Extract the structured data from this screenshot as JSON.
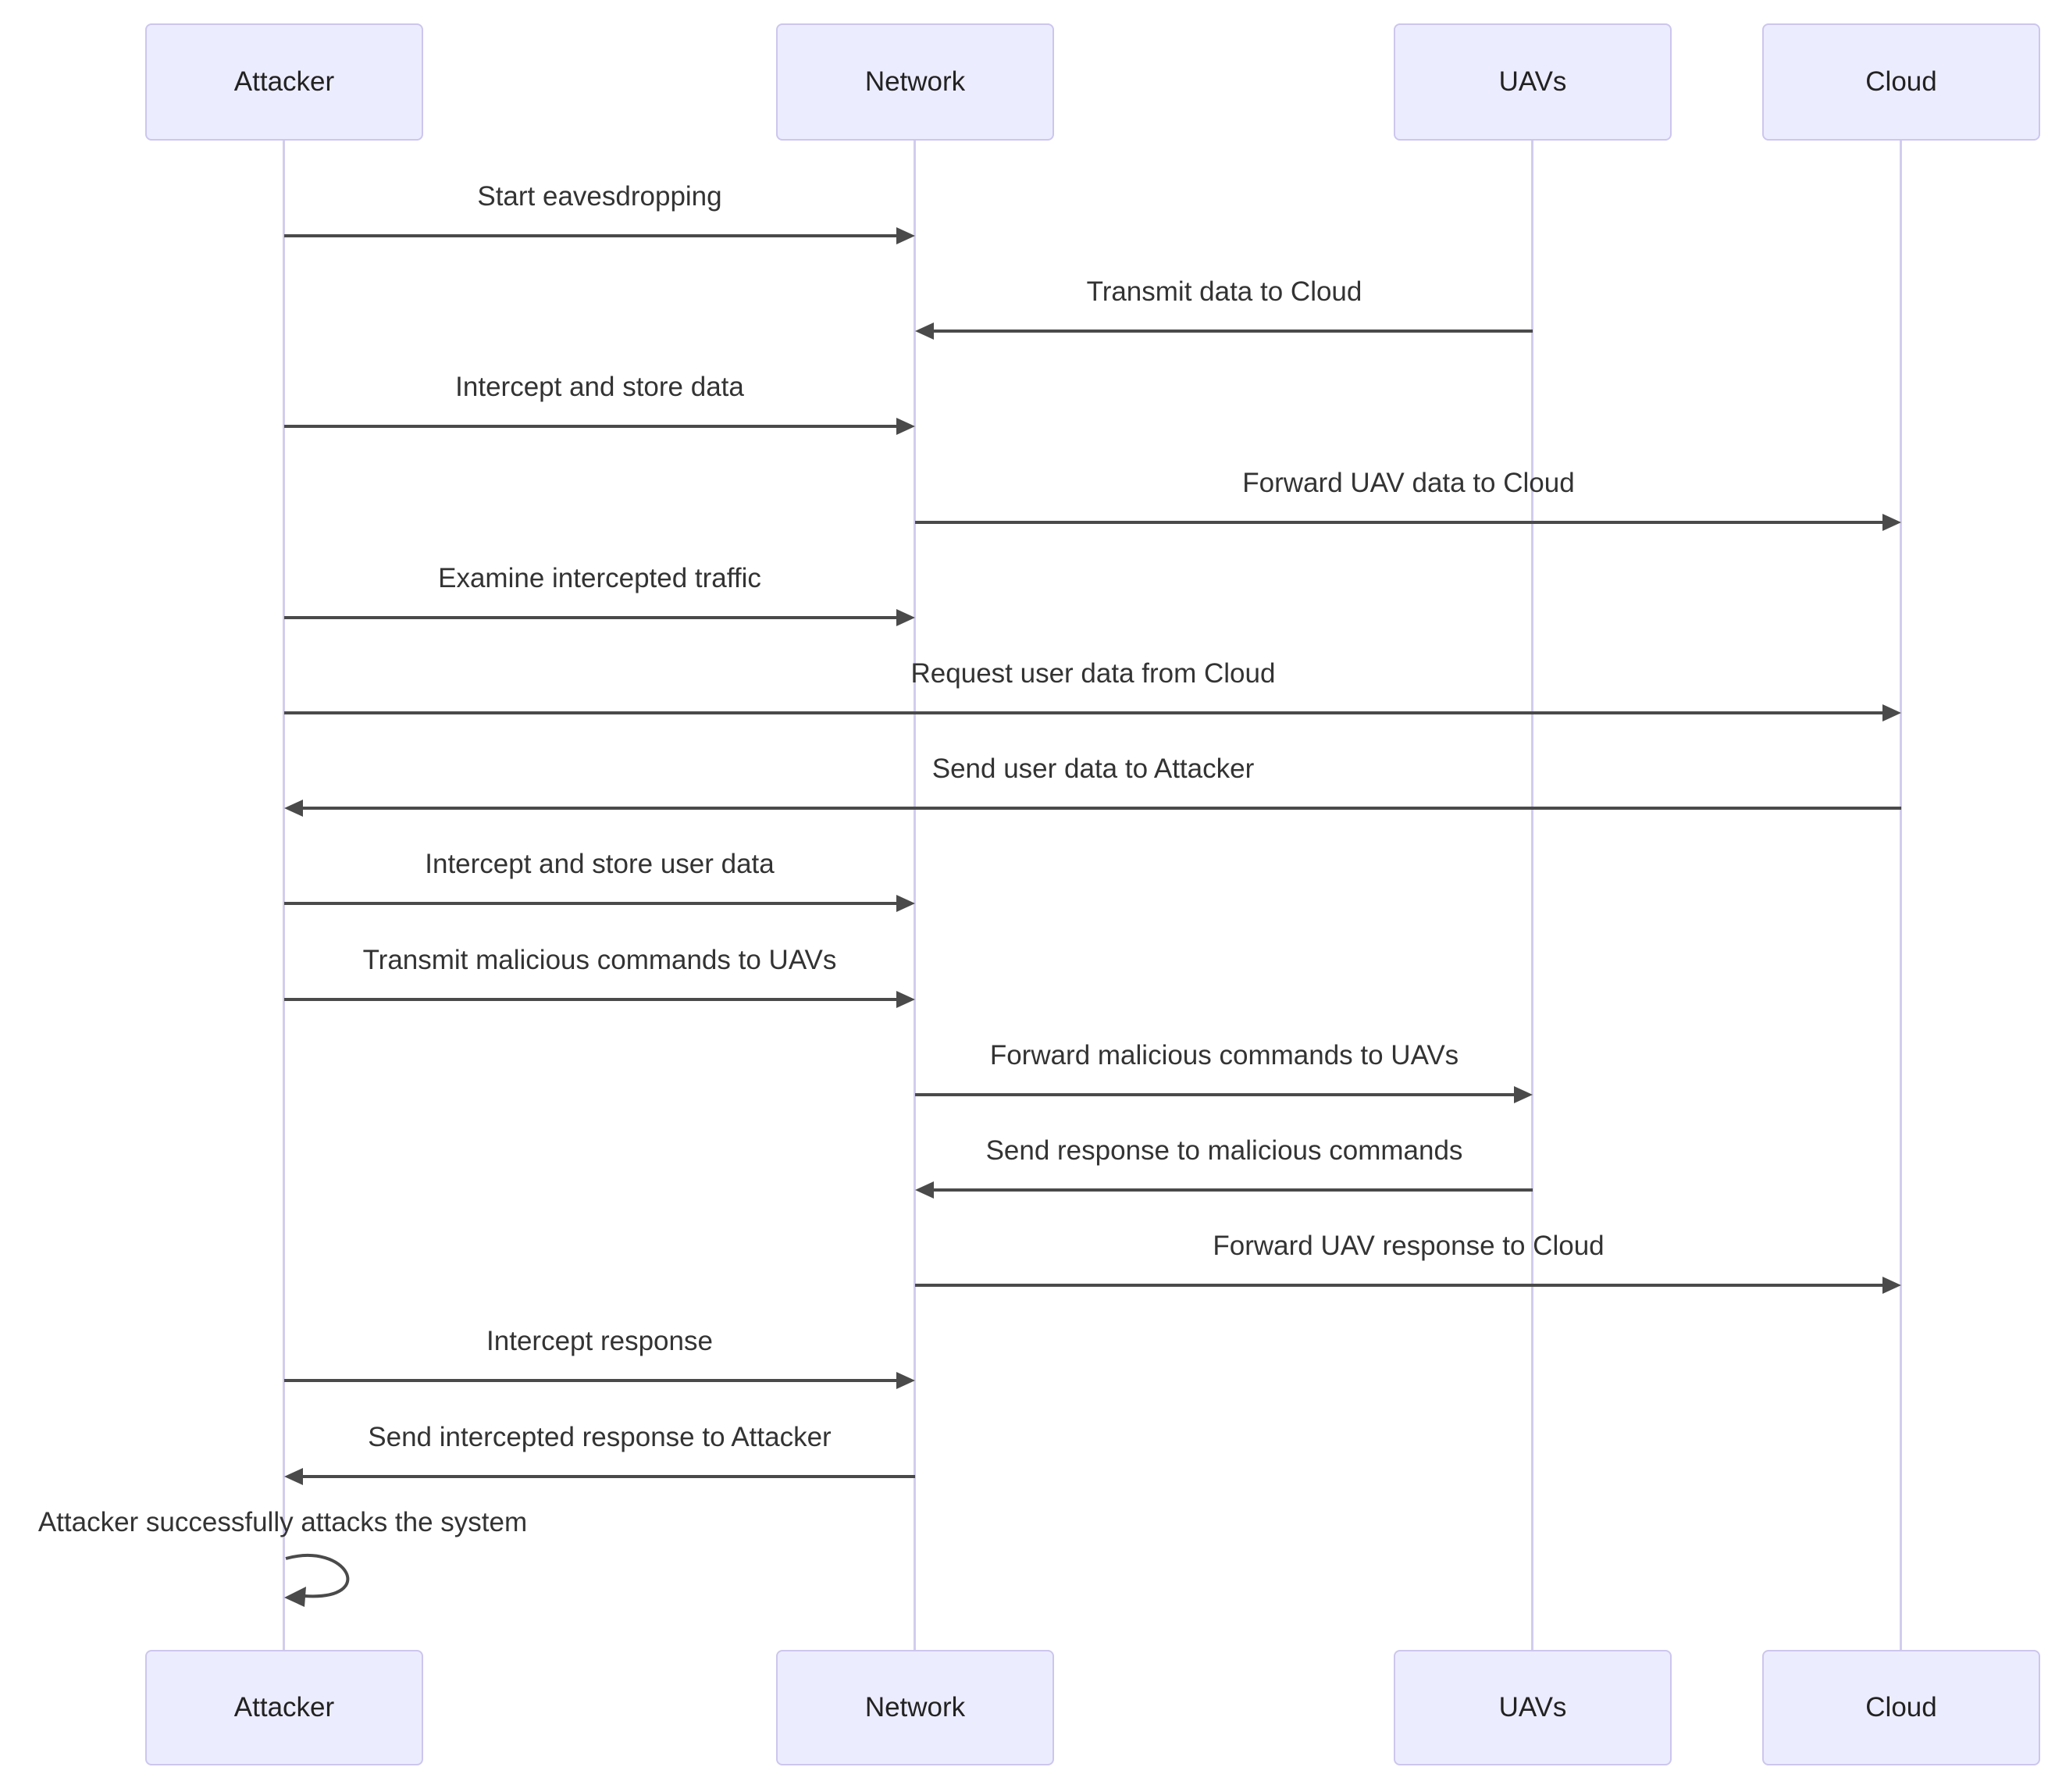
{
  "diagram": {
    "type": "sequence-diagram",
    "actors": [
      {
        "id": "attacker",
        "name": "Attacker"
      },
      {
        "id": "network",
        "name": "Network"
      },
      {
        "id": "uavs",
        "name": "UAVs"
      },
      {
        "id": "cloud",
        "name": "Cloud"
      }
    ],
    "messages": [
      {
        "from": "Attacker",
        "to": "Network",
        "label": "Start eavesdropping"
      },
      {
        "from": "UAVs",
        "to": "Network",
        "label": "Transmit data to Cloud"
      },
      {
        "from": "Attacker",
        "to": "Network",
        "label": "Intercept and store data"
      },
      {
        "from": "Network",
        "to": "Cloud",
        "label": "Forward UAV data to Cloud"
      },
      {
        "from": "Attacker",
        "to": "Network",
        "label": "Examine intercepted traffic"
      },
      {
        "from": "Attacker",
        "to": "Cloud",
        "label": "Request user data from Cloud"
      },
      {
        "from": "Cloud",
        "to": "Attacker",
        "label": "Send user data to Attacker"
      },
      {
        "from": "Attacker",
        "to": "Network",
        "label": "Intercept and store user data"
      },
      {
        "from": "Attacker",
        "to": "Network",
        "label": "Transmit malicious commands to UAVs"
      },
      {
        "from": "Network",
        "to": "UAVs",
        "label": "Forward malicious commands to UAVs"
      },
      {
        "from": "UAVs",
        "to": "Network",
        "label": "Send response to malicious commands"
      },
      {
        "from": "Network",
        "to": "Cloud",
        "label": "Forward UAV response to Cloud"
      },
      {
        "from": "Attacker",
        "to": "Network",
        "label": "Intercept response"
      },
      {
        "from": "Network",
        "to": "Attacker",
        "label": "Send intercepted response to Attacker"
      },
      {
        "from": "Attacker",
        "to": "Attacker",
        "label": "Attacker successfully attacks the system",
        "self_loop": true
      }
    ],
    "colors": {
      "actor_fill": "#ECECFF",
      "actor_border": "#CCC6EE",
      "lifeline": "#D2CCEE",
      "arrow": "#4a4a4a",
      "text": "#333333",
      "background": "#ffffff"
    }
  }
}
